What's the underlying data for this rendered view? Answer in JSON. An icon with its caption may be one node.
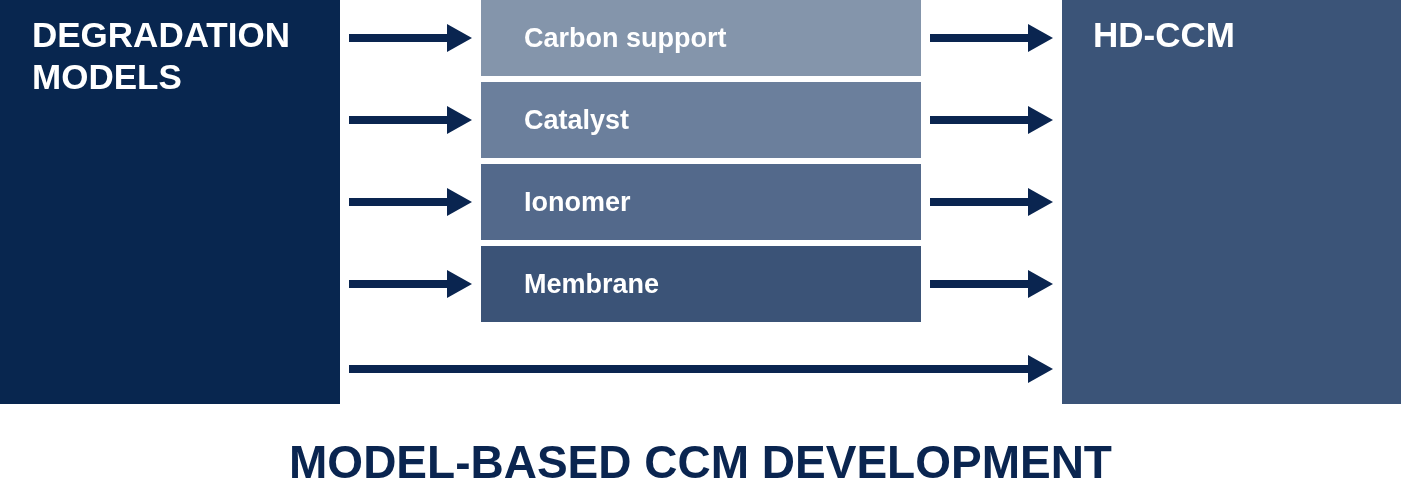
{
  "diagram": {
    "caption": "MODEL-BASED CCM DEVELOPMENT",
    "nodes": [
      {
        "text": [
          "DEGRADATION MODELS"
        ]
      },
      {
        "text": [
          "Carbon support"
        ]
      },
      {
        "text": [
          "Catalyst"
        ]
      },
      {
        "text": [
          "Ionomer"
        ]
      },
      {
        "text": [
          "Membrane"
        ]
      },
      {
        "text": [
          "HD-CCM"
        ]
      }
    ],
    "edges": [
      {
        "from": 0,
        "to": 1,
        "arrow": "to"
      },
      {
        "from": 0,
        "to": 2,
        "arrow": "to"
      },
      {
        "from": 0,
        "to": 3,
        "arrow": "to"
      },
      {
        "from": 0,
        "to": 4,
        "arrow": "to"
      },
      {
        "from": 1,
        "to": 5,
        "arrow": "to"
      },
      {
        "from": 2,
        "to": 5,
        "arrow": "to"
      },
      {
        "from": 3,
        "to": 5,
        "arrow": "to"
      },
      {
        "from": 4,
        "to": 5,
        "arrow": "to"
      },
      {
        "from": 0,
        "to": 5,
        "arrow": "to"
      }
    ]
  }
}
